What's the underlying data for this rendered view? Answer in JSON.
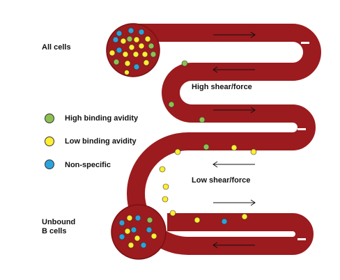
{
  "labels": {
    "all_cells": "All cells",
    "unbound": "Unbound",
    "b_cells": "B cells",
    "high_shear": "High shear/force",
    "low_shear": "Low shear/force"
  },
  "legend": [
    {
      "label": "High binding avidity",
      "color": "#8cc152"
    },
    {
      "label": "Low binding avidity",
      "color": "#ffee33"
    },
    {
      "label": "Non-specific",
      "color": "#2aa3dc"
    }
  ],
  "colors": {
    "channel": "#9b1b1e",
    "channel_edge": "#7a1012",
    "arrow": "#111111",
    "cell_outline": "#333333"
  }
}
